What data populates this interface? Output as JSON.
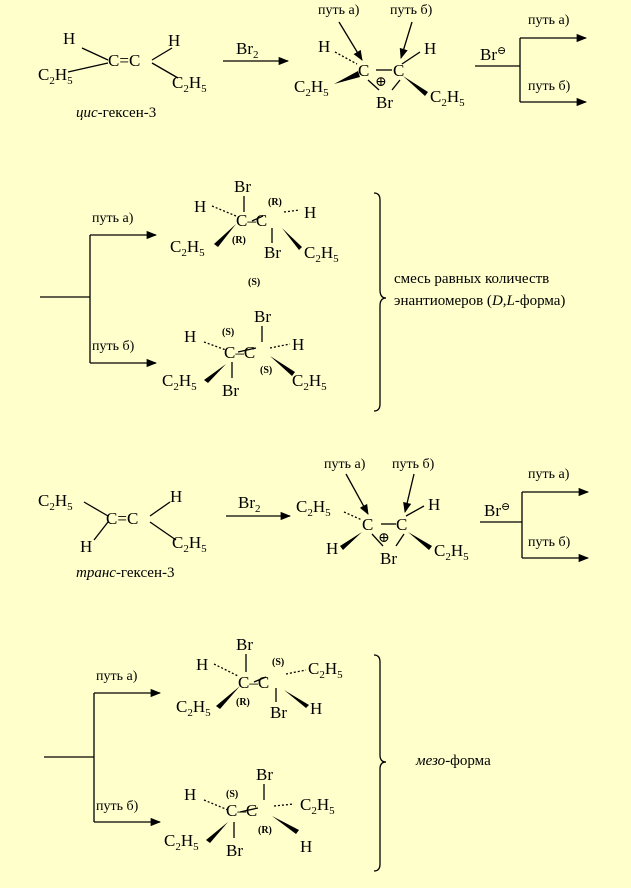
{
  "labels": {
    "path_a": "путь а)",
    "path_b": "путь б)",
    "br2": "Br",
    "br2_sub": "2",
    "br_anion": "Br",
    "minus_sign": "⊖",
    "plus_sign": "⊕",
    "H": "H",
    "C": "C",
    "Br": "Br",
    "C2H5_c": "C",
    "C2H5_h": "H",
    "n2": "2",
    "n5": "5",
    "R": "(R)",
    "S": "(S)",
    "eq_double": "=",
    "dash": "–"
  },
  "cis": {
    "name_italic": "цис",
    "name_rest": "-гексен-3"
  },
  "trans": {
    "name_italic": "транс",
    "name_rest": "-гексен-3"
  },
  "result1": {
    "line1": "смесь равных количеств",
    "line2_a": "энантиомеров (",
    "line2_it": "D,L",
    "line2_b": "-форма)"
  },
  "result2": {
    "name_italic": "мезо",
    "name_rest": "-форма"
  },
  "center_S": "(S)"
}
